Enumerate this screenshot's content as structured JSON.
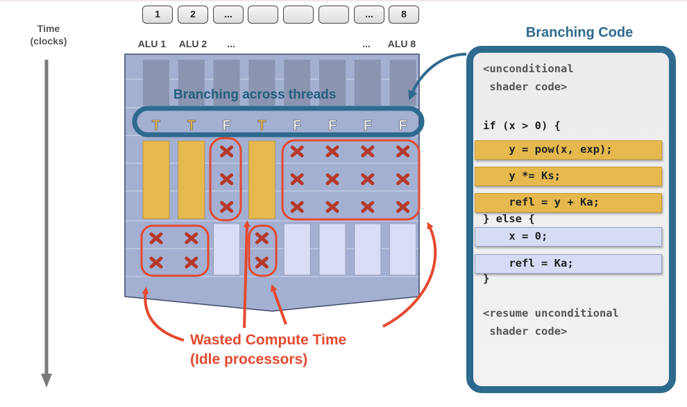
{
  "diagram": {
    "time_axis": {
      "label_line1": "Time",
      "label_line2": "(clocks)"
    },
    "alu_boxes": [
      "1",
      "2",
      "...",
      "",
      "",
      "",
      "...",
      "8"
    ],
    "alu_labels": [
      "ALU 1",
      "ALU 2",
      "...",
      "",
      "",
      "",
      "...",
      "ALU 8"
    ],
    "branch_label": "Branching across threads",
    "branch_flags": [
      "T",
      "T",
      "F",
      "T",
      "F",
      "F",
      "F",
      "F"
    ],
    "wasted_label_line1": "Wasted Compute Time",
    "wasted_label_line2": "(Idle processors)",
    "colors": {
      "true_color": "#e5b94e",
      "false_color": "#f2f2f6",
      "accent_blue": "#2e6a8e",
      "accent_red": "#e4492f",
      "grid_bg": "#a3b0d2"
    }
  },
  "code_panel": {
    "title": "Branching Code",
    "lines": [
      {
        "text": "<unconditional",
        "style": "plain"
      },
      {
        "text": " shader code>",
        "style": "plain"
      },
      {
        "text": "if (x > 0) {",
        "style": "dark"
      },
      {
        "text": "    y = pow(x, exp);",
        "style": "true"
      },
      {
        "text": "    y *= Ks;",
        "style": "true"
      },
      {
        "text": "    refl = y + Ka;",
        "style": "true"
      },
      {
        "text": "} else {",
        "style": "dark"
      },
      {
        "text": "    x = 0;",
        "style": "false"
      },
      {
        "text": "    refl = Ka;",
        "style": "false"
      },
      {
        "text": "}",
        "style": "dark"
      },
      {
        "text": "<resume unconditional",
        "style": "plain"
      },
      {
        "text": " shader code>",
        "style": "plain"
      }
    ]
  }
}
